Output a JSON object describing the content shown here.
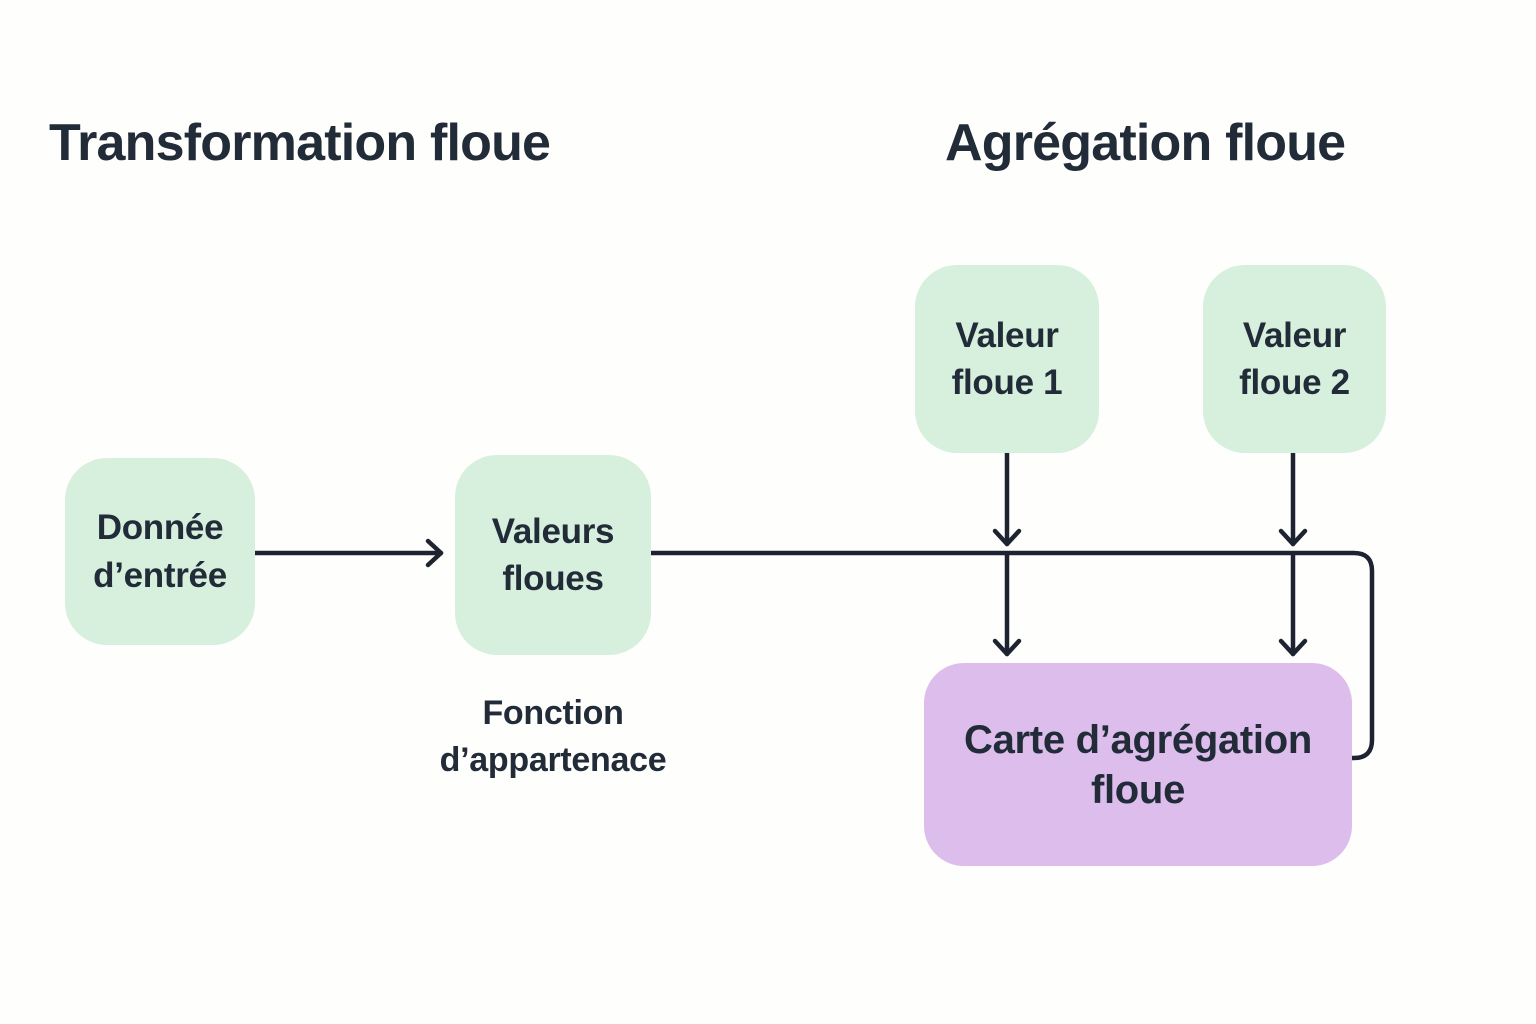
{
  "titles": {
    "left": "Transformation floue",
    "right": "Agrégation floue"
  },
  "nodes": {
    "input_data": "Donnée\nd’entrée",
    "fuzzy_values": "Valeurs\nfloues",
    "fuzzy_value_1": "Valeur\nfloue 1",
    "fuzzy_value_2": "Valeur\nfloue 2",
    "aggregation_map": "Carte d’agrégation\nfloue"
  },
  "captions": {
    "membership_function": "Fonction\nd’appartenace"
  },
  "colors": {
    "background": "#fefefc",
    "node_green": "#d7f0dd",
    "node_purple": "#dcbdec",
    "text": "#222b38",
    "line": "#1d2330"
  }
}
